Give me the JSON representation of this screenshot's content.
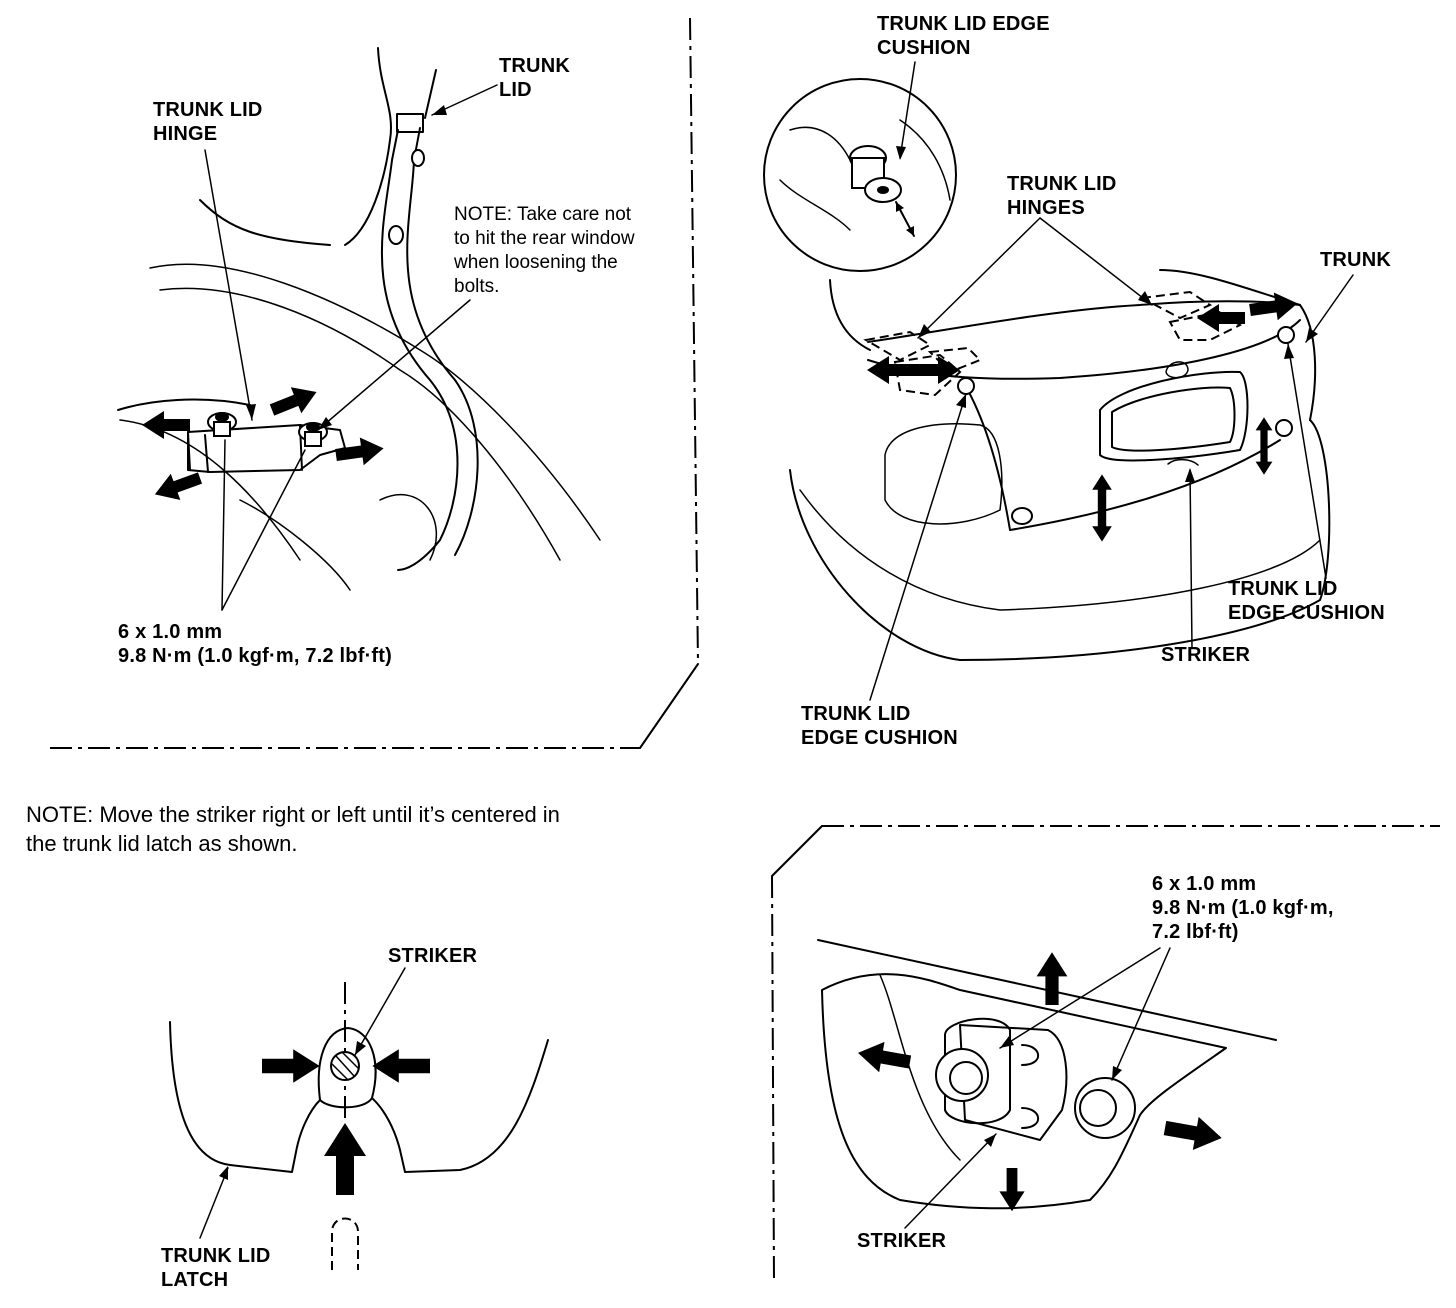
{
  "panel_top_left": {
    "label_trunk_lid": [
      "TRUNK",
      "LID"
    ],
    "label_trunk_lid_hinge": [
      "TRUNK LID",
      "HINGE"
    ],
    "note": [
      "NOTE:  Take care not",
      "to hit the rear window",
      "when loosening the",
      "bolts."
    ],
    "bolt_spec": [
      "6 x 1.0 mm",
      "9.8 N·m (1.0 kgf·m, 7.2 lbf·ft)"
    ]
  },
  "panel_top_right": {
    "label_edge_cushion_top": [
      "TRUNK LID EDGE",
      "CUSHION"
    ],
    "label_hinges": [
      "TRUNK LID",
      "HINGES"
    ],
    "label_trunk": "TRUNK",
    "label_edge_cushion_right": [
      "TRUNK LID",
      "EDGE CUSHION"
    ],
    "label_striker": "STRIKER",
    "label_edge_cushion_bottom": [
      "TRUNK LID",
      "EDGE CUSHION"
    ]
  },
  "panel_bottom_left": {
    "note": [
      "NOTE:  Move the striker right or left until it’s centered in",
      "the trunk lid latch as shown."
    ],
    "label_striker": "STRIKER",
    "label_latch": [
      "TRUNK LID",
      "LATCH"
    ]
  },
  "panel_bottom_right": {
    "bolt_spec": [
      "6 x 1.0 mm",
      "9.8 N·m (1.0 kgf·m,",
      "7.2 lbf·ft)"
    ],
    "label_striker": "STRIKER"
  }
}
